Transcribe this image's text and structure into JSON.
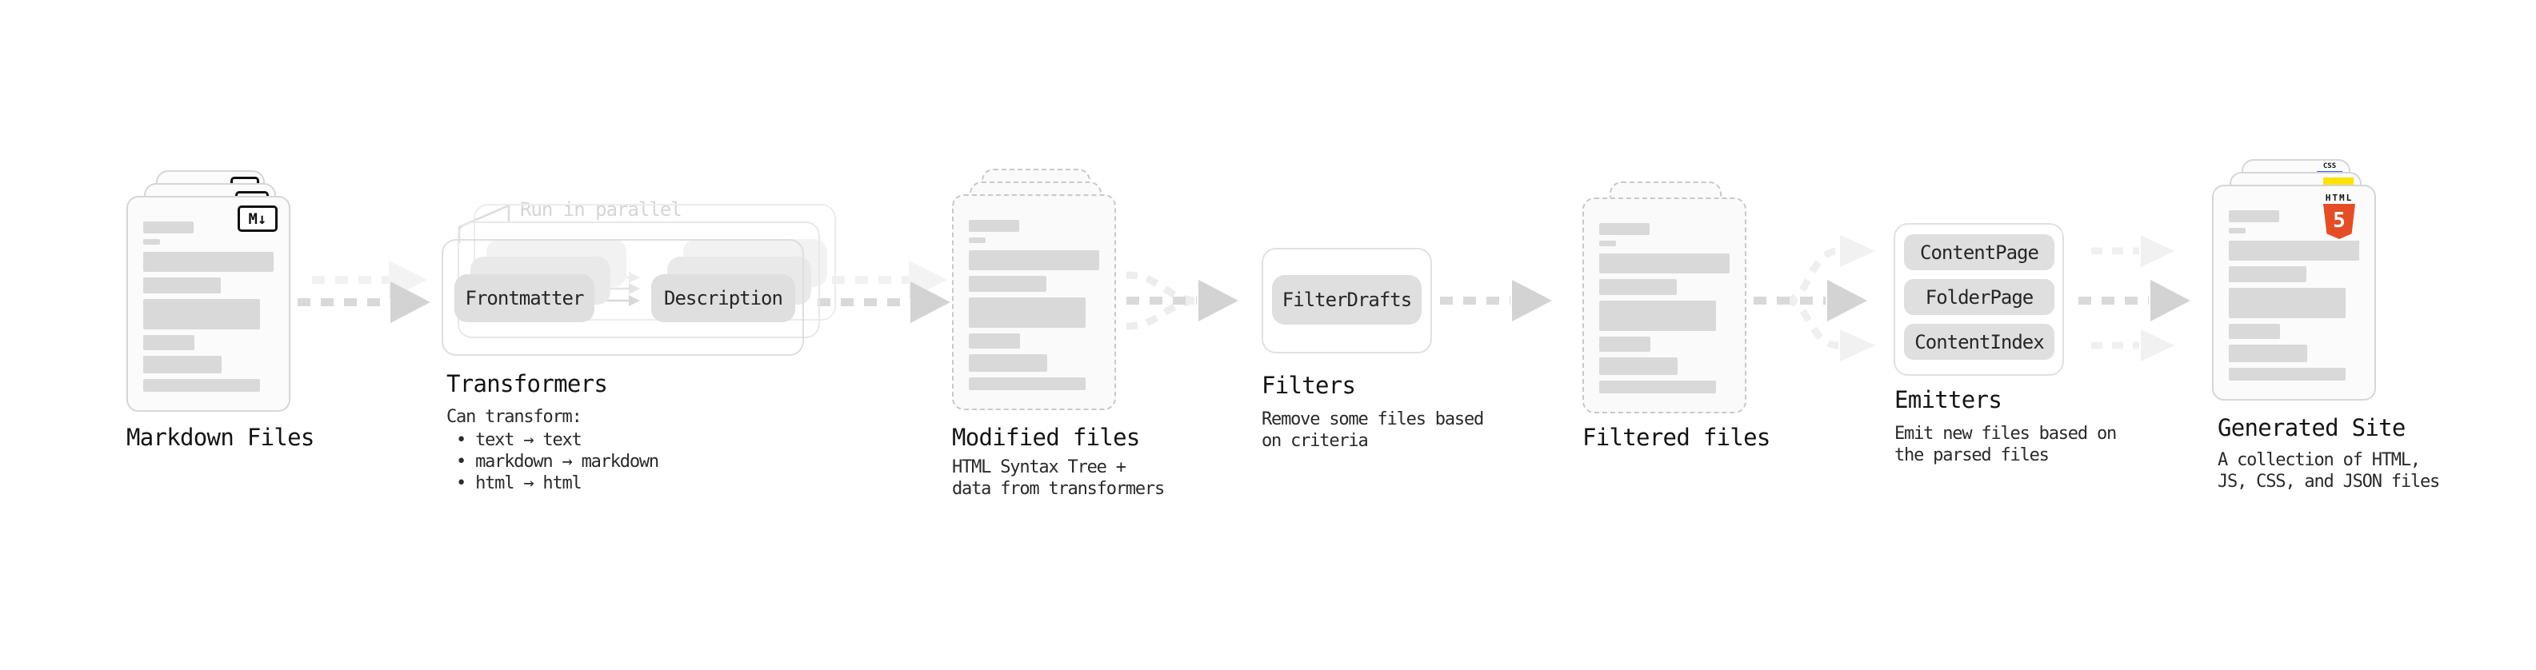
{
  "diagram": {
    "stages": [
      {
        "title": "Markdown Files",
        "file_badge": "M↓"
      },
      {
        "annotation": "Run in parallel",
        "pills": [
          "Frontmatter",
          "Description"
        ],
        "title": "Transformers",
        "description": "Can transform:",
        "bullets": [
          "text → text",
          "markdown → markdown",
          "html → html"
        ]
      },
      {
        "title": "Modified files",
        "description": "HTML Syntax Tree +\ndata from transformers"
      },
      {
        "pills": [
          "FilterDrafts"
        ],
        "title": "Filters",
        "description": "Remove some files based\non criteria"
      },
      {
        "title": "Filtered files"
      },
      {
        "pills": [
          "ContentPage",
          "FolderPage",
          "ContentIndex"
        ],
        "title": "Emitters",
        "description": "Emit new files based on\nthe parsed files"
      },
      {
        "title": "Generated Site",
        "description": "A collection of HTML,\nJS, CSS, and JSON files",
        "badges": {
          "html_label": "HTML",
          "html5_digit": "5",
          "css_label": "CSS"
        }
      }
    ],
    "colors": {
      "html5_orange": "#e44d26",
      "js_yellow": "#ffe200",
      "css_blue": "#2965f1",
      "badge_border": "#111111",
      "text_dark": "#141414",
      "muted_annotation": "#d5d5d5"
    }
  }
}
